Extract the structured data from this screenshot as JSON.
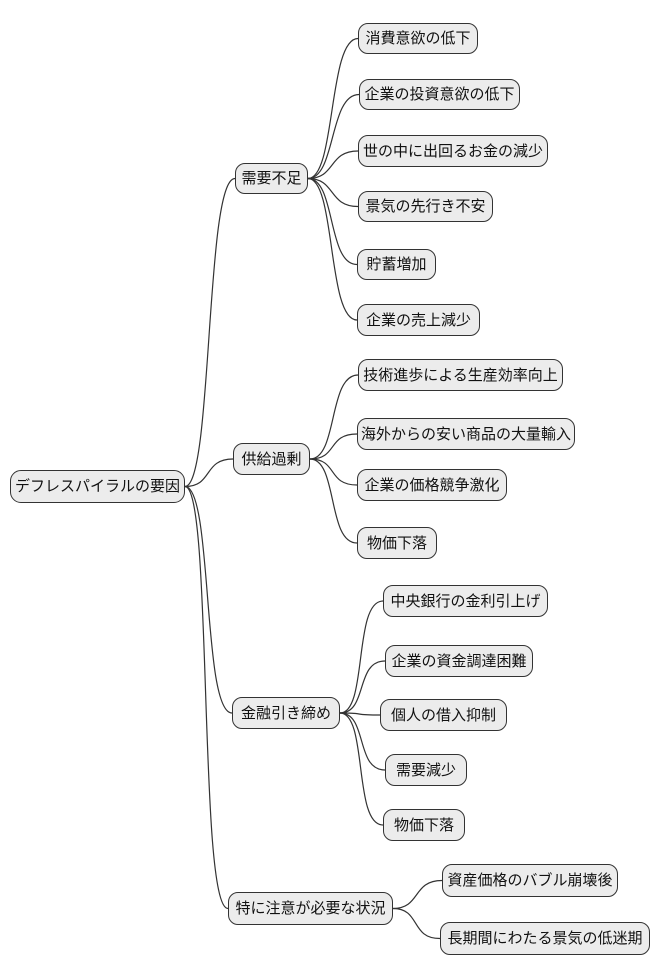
{
  "diagram": {
    "type": "mindmap",
    "root": "デフレスパイラルの要因",
    "branches": [
      {
        "label": "需要不足",
        "children": [
          "消費意欲の低下",
          "企業の投資意欲の低下",
          "世の中に出回るお金の減少",
          "景気の先行き不安",
          "貯蓄増加",
          "企業の売上減少"
        ]
      },
      {
        "label": "供給過剰",
        "children": [
          "技術進歩による生産効率向上",
          "海外からの安い商品の大量輸入",
          "企業の価格競争激化",
          "物価下落"
        ]
      },
      {
        "label": "金融引き締め",
        "children": [
          "中央銀行の金利引上げ",
          "企業の資金調達困難",
          "個人の借入抑制",
          "需要減少",
          "物価下落"
        ]
      },
      {
        "label": "特に注意が必要な状況",
        "children": [
          "資産価格のバブル崩壊後",
          "長期間にわたる景気の低迷期"
        ]
      }
    ],
    "colors": {
      "background": "#ffffff",
      "node_fill": "#ececec",
      "node_border": "#333333",
      "edge": "#333333",
      "text": "#111111"
    }
  }
}
